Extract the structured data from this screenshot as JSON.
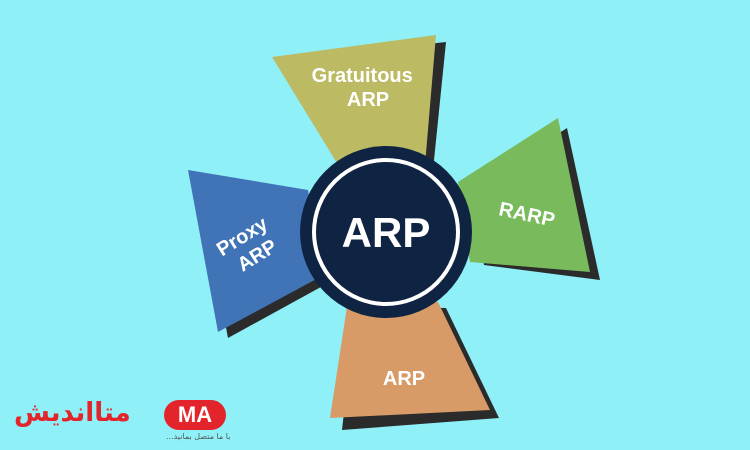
{
  "center": {
    "label": "ARP"
  },
  "petals": [
    {
      "id": "gratuitous-arp",
      "lines": [
        "Gratuitous",
        "ARP"
      ],
      "color": "#bcba63"
    },
    {
      "id": "rarp",
      "lines": [
        "RARP"
      ],
      "color": "#79bb5c"
    },
    {
      "id": "arp",
      "lines": [
        "ARP"
      ],
      "color": "#d89b67"
    },
    {
      "id": "proxy-arp",
      "lines": [
        "Proxy",
        "ARP"
      ],
      "color": "#4074b6"
    }
  ],
  "colors": {
    "background": "#8ff0f7",
    "center_fill": "#0f2442",
    "center_ring": "#ffffff",
    "shadow": "#2b2b2b",
    "brand": "#e3242b"
  },
  "logo": {
    "wordmark": "متااندیش",
    "badge": "MA",
    "tagline": "با ما متصل بمانید..."
  }
}
